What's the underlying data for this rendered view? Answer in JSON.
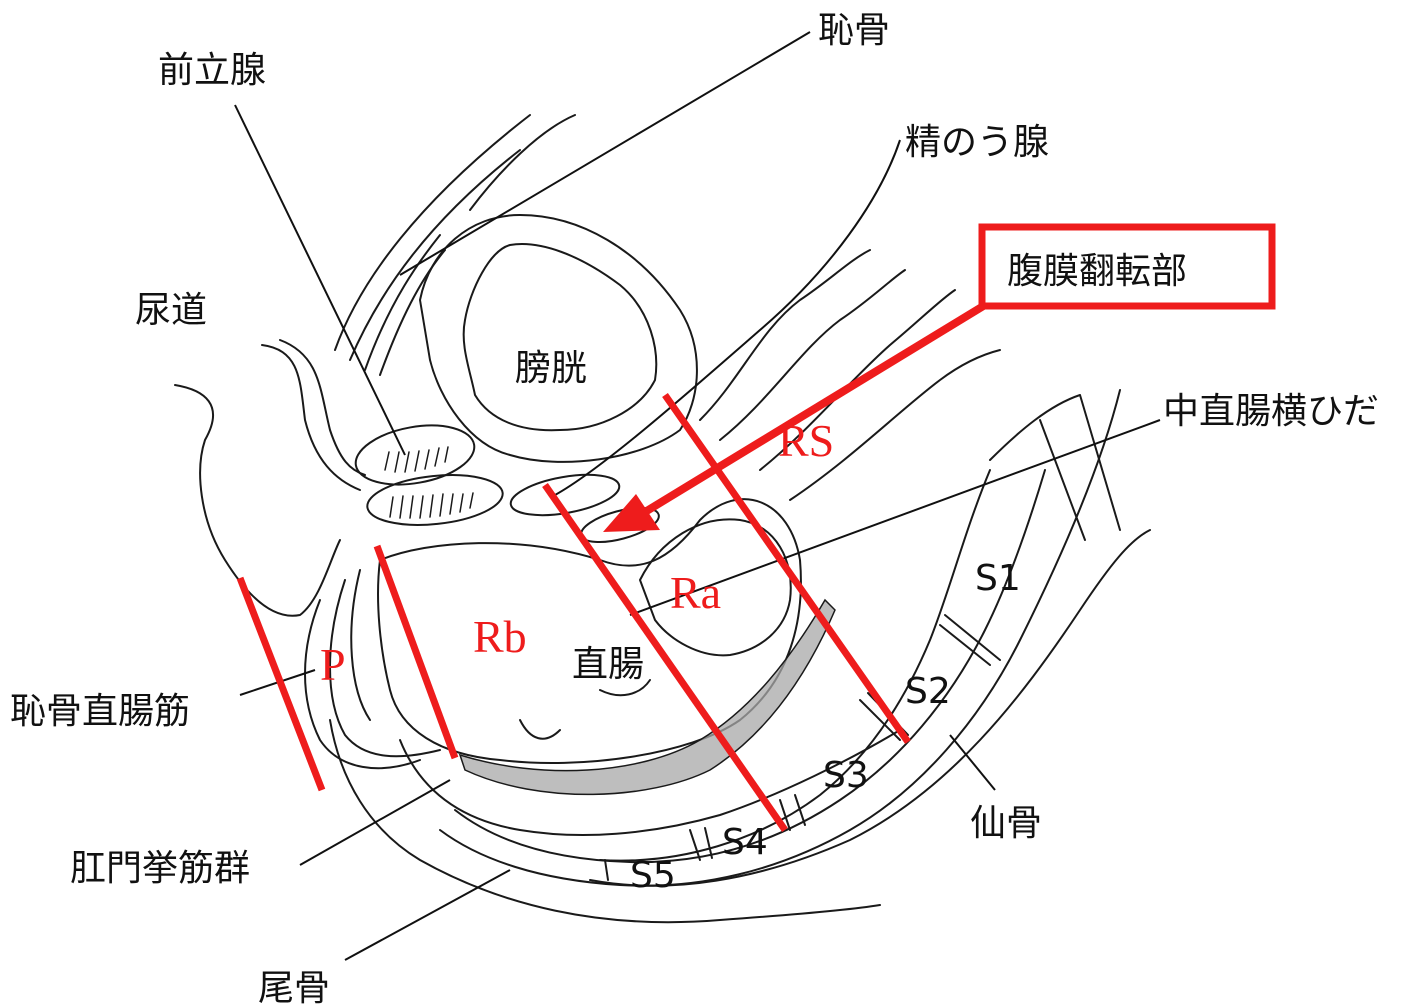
{
  "labels": {
    "pubis": "恥骨",
    "prostate": "前立腺",
    "seminal_vesicle": "精のう腺",
    "peritoneal_reflection": "腹膜翻転部",
    "urethra": "尿道",
    "bladder": "膀胱",
    "middle_transverse_fold": "中直腸横ひだ",
    "rectum": "直腸",
    "puborectalis": "恥骨直腸筋",
    "levator_ani": "肛門挙筋群",
    "coccyx": "尾骨",
    "sacrum": "仙骨"
  },
  "sacral_segments": [
    "S1",
    "S2",
    "S3",
    "S4",
    "S5"
  ],
  "rectal_divisions": {
    "rs": "RS",
    "ra": "Ra",
    "rb": "Rb",
    "p": "P"
  },
  "colors": {
    "annotation_red": "#ee1c1c",
    "line_art": "#1a1a1a",
    "shading": "#a8a8a8"
  }
}
